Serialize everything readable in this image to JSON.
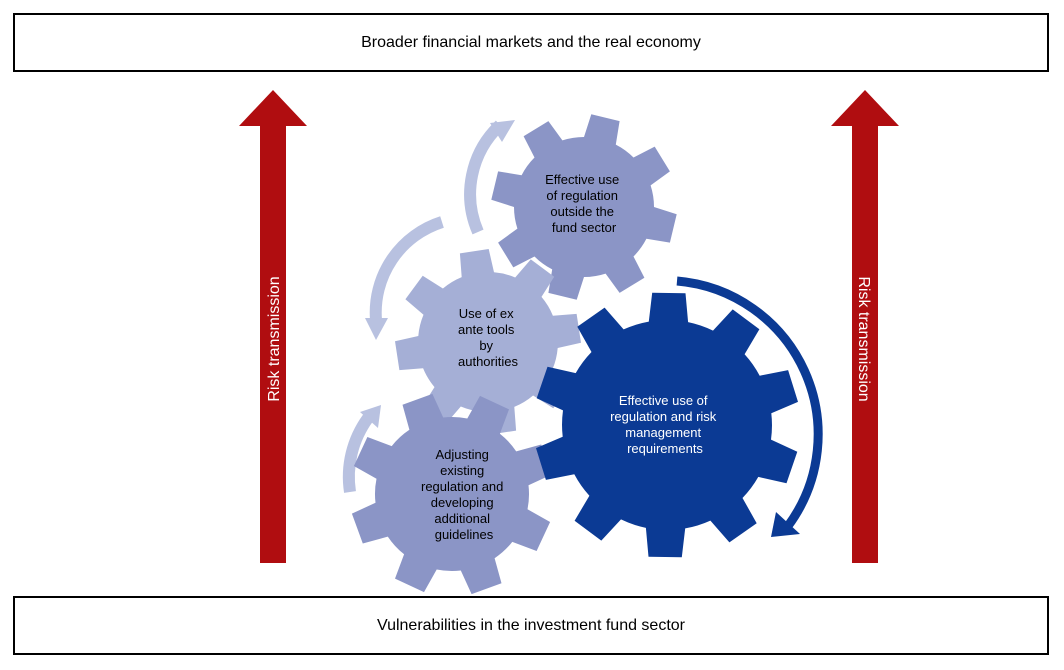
{
  "top_box": {
    "label": "Broader financial markets and the real economy"
  },
  "bottom_box": {
    "label": "Vulnerabilities in the investment fund sector"
  },
  "left_arrow": {
    "label": "Risk transmission"
  },
  "right_arrow": {
    "label": "Risk transmission"
  },
  "gears": {
    "outside": {
      "lines": [
        "Effective use",
        "of regulation",
        "outside the",
        "fund sector"
      ]
    },
    "ex_ante": {
      "lines": [
        "Use of ex",
        "ante tools",
        "by",
        "authorities"
      ]
    },
    "adjusting": {
      "lines": [
        "Adjusting",
        "existing",
        "regulation and",
        "developing",
        "additional",
        "guidelines"
      ]
    },
    "main": {
      "lines": [
        "Effective use of",
        "regulation and risk",
        "management",
        "requirements"
      ]
    }
  },
  "colors": {
    "box_border": "#000000",
    "arrow_red": "#b00d10",
    "gear_dark": "#0b3a94",
    "gear_mid": "#8b95c6",
    "gear_light": "#a5afd6",
    "curved_arrow_light": "#b8c1e0",
    "curved_arrow_dark": "#0b3a94"
  }
}
